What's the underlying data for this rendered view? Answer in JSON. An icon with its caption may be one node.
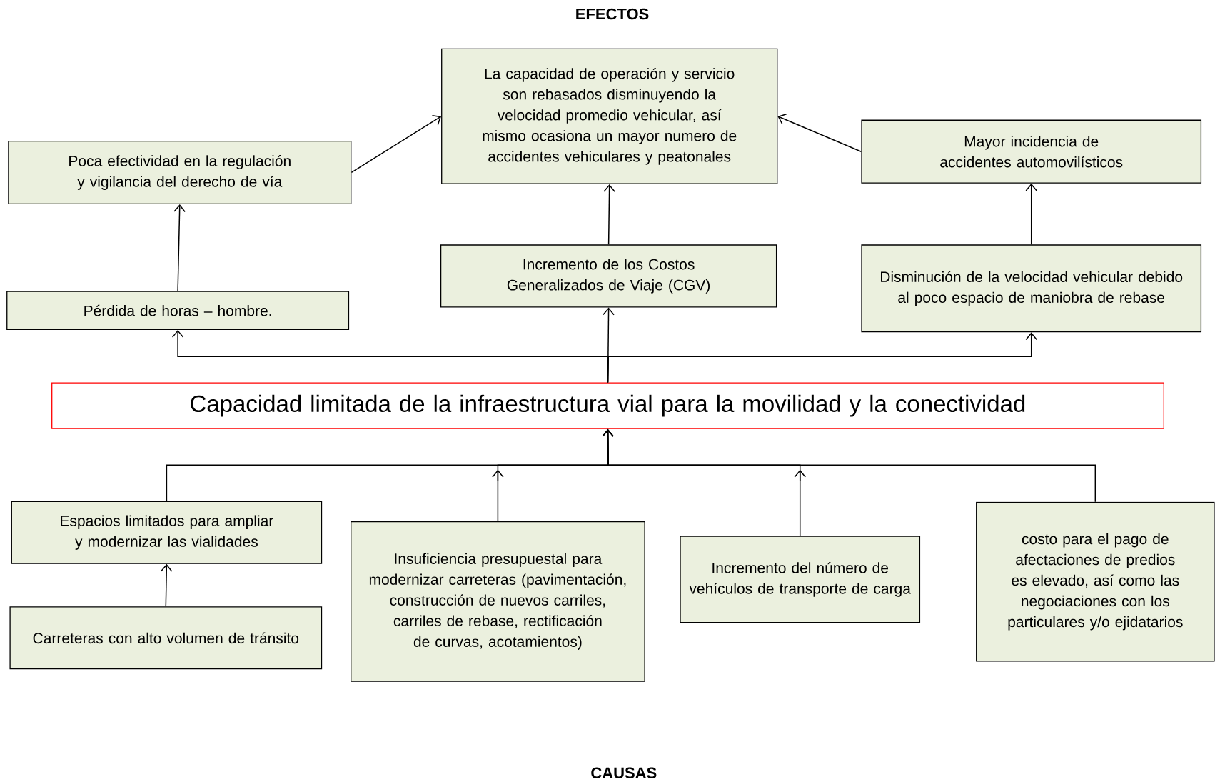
{
  "diagram": {
    "nodes": [
      {
        "text": [
          "La capacidad de operación y servicio son rebasados disminuyendo la velocidad promedio vehicular, así mismo ocasiona un mayor numero de accidentes vehiculares y peatonales"
        ]
      },
      {
        "text": [
          "Poca efectividad en la regulación y vigilancia del derecho de vía"
        ]
      },
      {
        "text": [
          "Mayor incidencia de accidentes automovilísticos"
        ]
      },
      {
        "text": [
          "Pérdida de horas – hombre."
        ]
      },
      {
        "text": [
          "Incremento de los Costos Generalizados de Viaje (CGV)"
        ]
      },
      {
        "text": [
          "Disminución de la velocidad vehicular debido al poco espacio de maniobra de rebase"
        ]
      },
      {
        "text": [
          "Capacidad limitada de la infraestructura vial para la movilidad y la conectividad"
        ]
      },
      {
        "text": [
          "Espacios limitados para ampliar y modernizar las vialidades"
        ]
      },
      {
        "text": [
          "Insuficiencia presupuestal para modernizar carreteras (pavimentación, construcción de nuevos carriles, carriles de rebase, rectificación de curvas, acotamientos)"
        ]
      },
      {
        "text": [
          "Incremento del número de vehículos de transporte de carga"
        ]
      },
      {
        "text": [
          "costo para el pago de afectaciones de predios es elevado, así como las negociaciones con los particulares y/o ejidatarios"
        ]
      },
      {
        "text": [
          "Carreteras con alto volumen de tránsito"
        ]
      }
    ],
    "edges": [
      {
        "from": 1,
        "to": 0,
        "arrow": "to"
      },
      {
        "from": 2,
        "to": 0,
        "arrow": "to"
      },
      {
        "from": 4,
        "to": 0,
        "arrow": "to"
      },
      {
        "from": 5,
        "to": 2,
        "arrow": "to"
      },
      {
        "from": 3,
        "to": 1,
        "arrow": "to"
      },
      {
        "from": 6,
        "to": 3,
        "arrow": "to"
      },
      {
        "from": 6,
        "to": 4,
        "arrow": "to"
      },
      {
        "from": 6,
        "to": 5,
        "arrow": "to"
      },
      {
        "from": 11,
        "to": 7,
        "arrow": "to"
      },
      {
        "from": 7,
        "to": 6,
        "arrow": "to"
      },
      {
        "from": 8,
        "to": 6,
        "arrow": "to"
      },
      {
        "from": 9,
        "to": 6,
        "arrow": "to"
      },
      {
        "from": 10,
        "to": 6,
        "arrow": "to"
      }
    ],
    "labels": [
      "EFECTOS",
      "CAUSAS"
    ]
  }
}
